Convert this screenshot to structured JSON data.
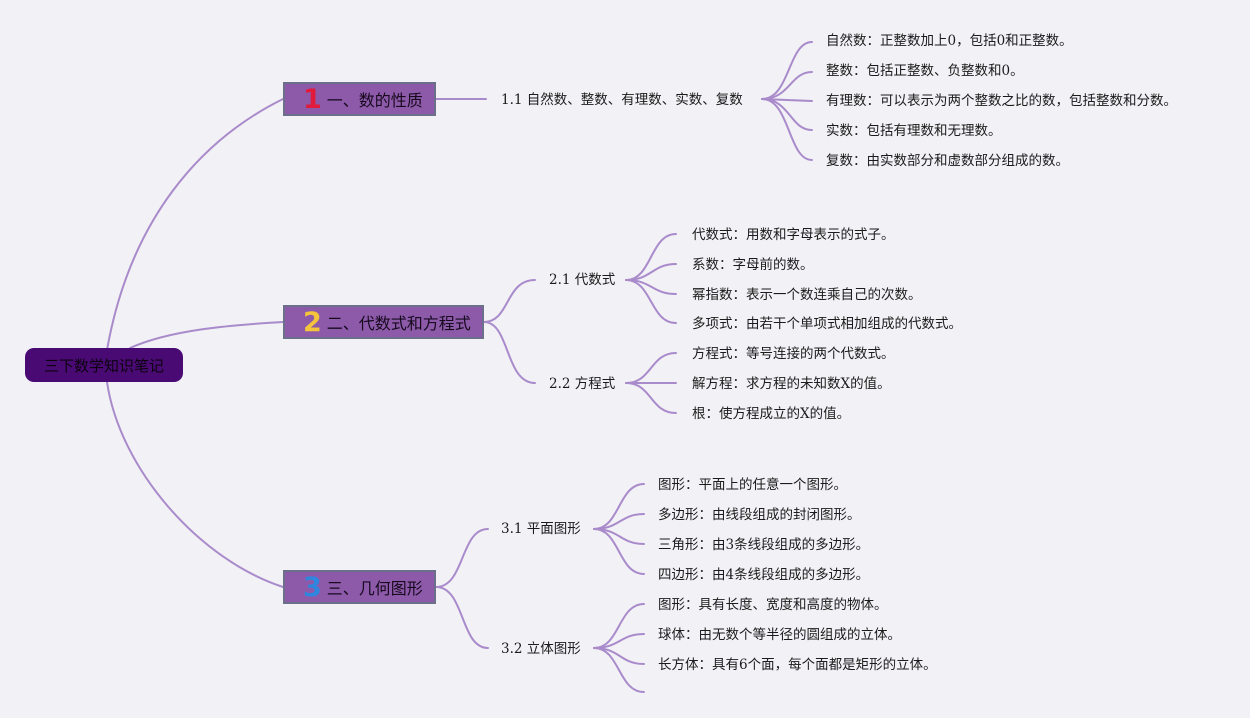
{
  "root": {
    "label": "三下数学知识笔记"
  },
  "branches": [
    {
      "number": "1",
      "label": "一、数的性质",
      "number_color": "#e11b3c",
      "subs": [
        {
          "label": "1.1 自然数、整数、有理数、实数、复数",
          "leaves": [
            "自然数：正整数加上0，包括0和正整数。",
            "整数：包括正整数、负整数和0。",
            "有理数：可以表示为两个整数之比的数，包括整数和分数。",
            "实数：包括有理数和无理数。",
            "复数：由实数部分和虚数部分组成的数。"
          ]
        }
      ]
    },
    {
      "number": "2",
      "label": "二、代数式和方程式",
      "number_color": "#f3c43c",
      "subs": [
        {
          "label": "2.1 代数式",
          "leaves": [
            "代数式：用数和字母表示的式子。",
            "系数：字母前的数。",
            "幂指数：表示一个数连乘自己的次数。",
            "多项式：由若干个单项式相加组成的代数式。"
          ]
        },
        {
          "label": "2.2 方程式",
          "leaves": [
            "方程式：等号连接的两个代数式。",
            "解方程：求方程的未知数X的值。",
            "根：使方程成立的X的值。"
          ]
        }
      ]
    },
    {
      "number": "3",
      "label": "三、几何图形",
      "number_color": "#2e86de",
      "subs": [
        {
          "label": "3.1 平面图形",
          "leaves": [
            "图形：平面上的任意一个图形。",
            "多边形：由线段组成的封闭图形。",
            "三角形：由3条线段组成的多边形。",
            "四边形：由4条线段组成的多边形。"
          ]
        },
        {
          "label": "3.2 立体图形",
          "leaves": [
            "图形：具有长度、宽度和高度的物体。",
            "球体：由无数个等半径的圆组成的立体。",
            "长方体：具有6个面，每个面都是矩形的立体。",
            ""
          ]
        }
      ]
    }
  ],
  "colors": {
    "background": "#f2f1f5",
    "connector": "#a98bcb",
    "root_fill": "#4a0a73",
    "branch_fill": "#8c5aa9"
  }
}
